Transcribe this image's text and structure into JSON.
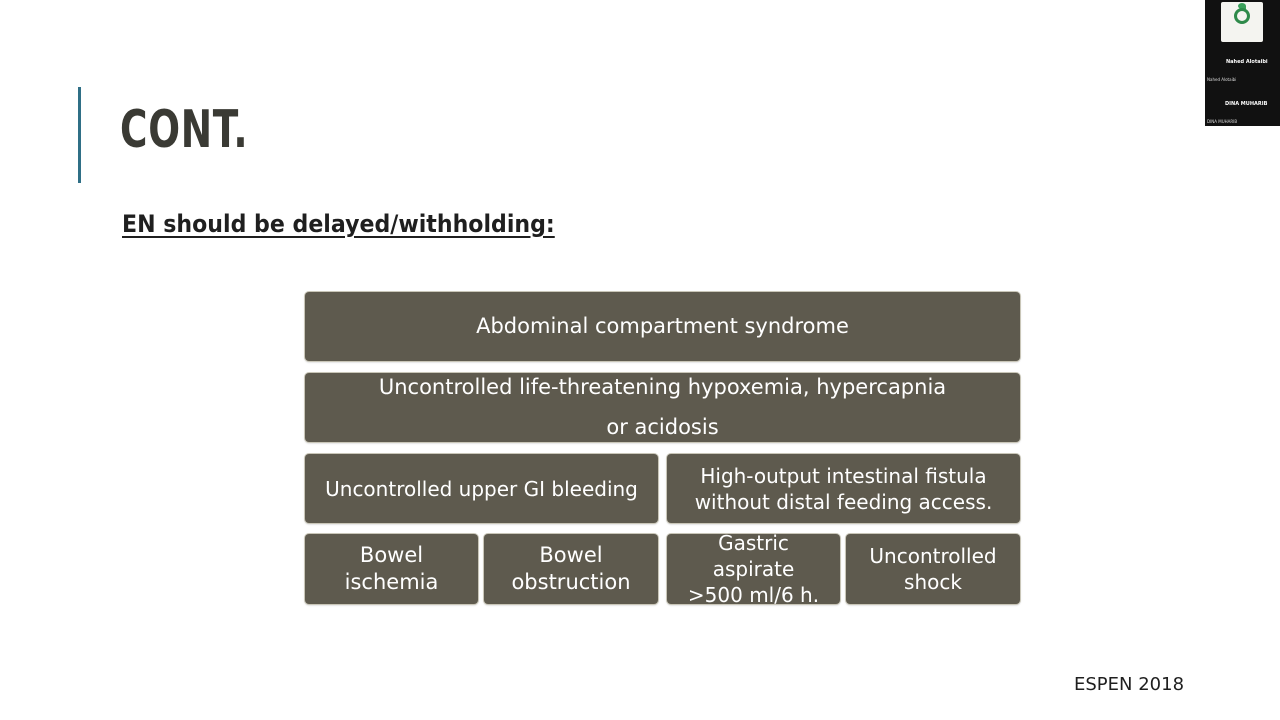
{
  "slide": {
    "title": "CONT.",
    "subtitle": "EN should be delayed/withholding:",
    "footer": "ESPEN 2018"
  },
  "boxes": {
    "abdominal": "Abdominal compartment syndrome",
    "hypoxemia_line1": "Uncontrolled life-threatening hypoxemia, hypercapnia",
    "hypoxemia_line2": "or acidosis",
    "gi_bleeding": "Uncontrolled upper GI bleeding",
    "fistula_line1": "High-output intestinal fistula",
    "fistula_line2": "without distal feeding access.",
    "ischemia_line1": "Bowel",
    "ischemia_line2": "ischemia",
    "obstruction_line1": "Bowel",
    "obstruction_line2": "obstruction",
    "gastric_line1": "Gastric aspirate",
    "gastric_line2": ">500 ml/6 h.",
    "shock_line1": "Uncontrolled",
    "shock_line2": "shock"
  },
  "participants": {
    "p1_name": "Nahed Alotaibi",
    "p1_label": "Nahed Alotaibi",
    "p2_name": "DINA MUHARIB",
    "p2_label": "DINA MUHARIB"
  },
  "colors": {
    "box_fill": "#5e5a4e",
    "accent": "#2f6f86"
  }
}
